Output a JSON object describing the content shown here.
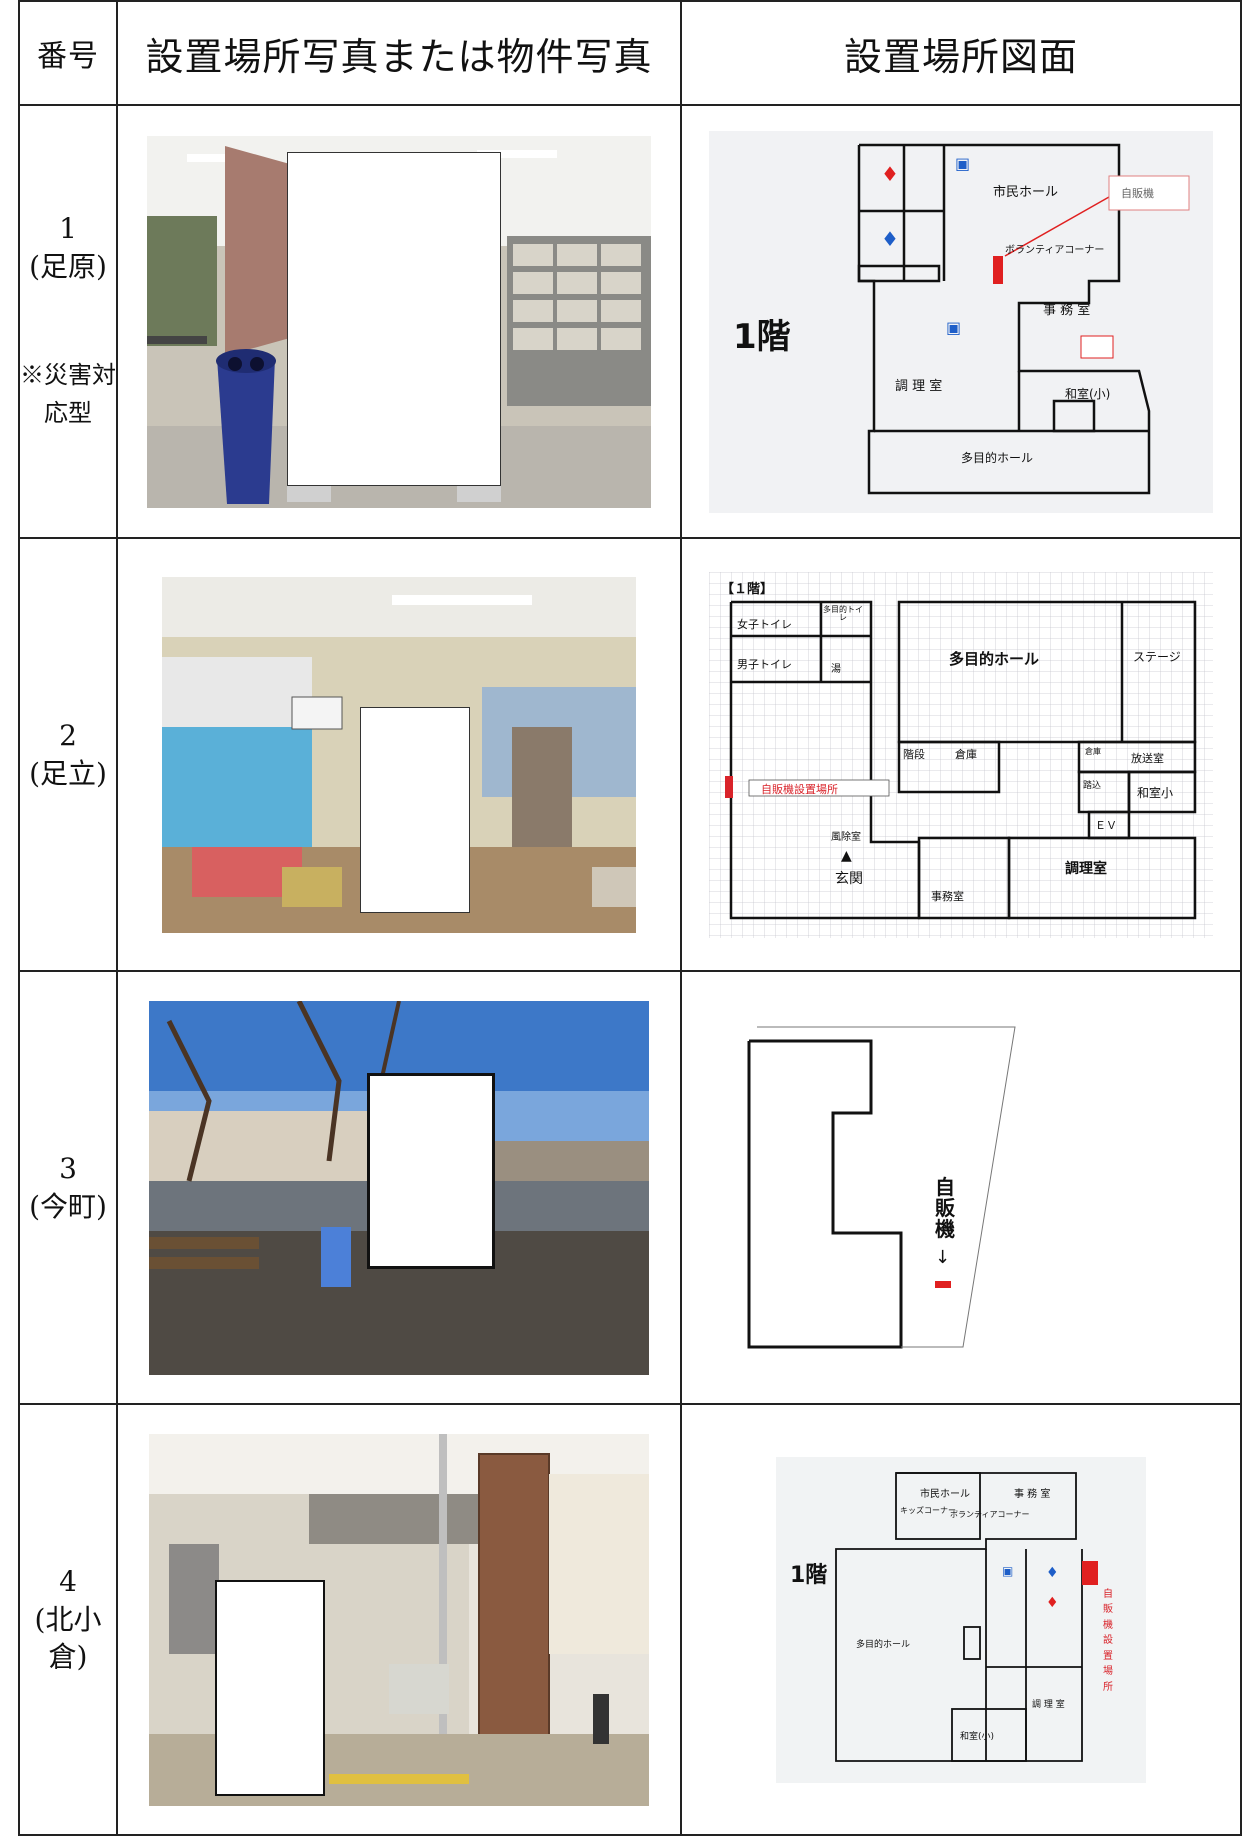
{
  "header": {
    "col_number": "番号",
    "col_photo": "設置場所写真または物件写真",
    "col_plan": "設置場所図面"
  },
  "rows": [
    {
      "number": "1",
      "location": "(足原)",
      "note_line1": "※災害対",
      "note_line2": "応型",
      "plan": {
        "floor": "1階",
        "rooms": [
          "市民ホール",
          "ボランティアコーナー",
          "事 務 室",
          "調 理 室",
          "和室(小)",
          "多目的ホール"
        ],
        "callout": "自販機"
      }
    },
    {
      "number": "2",
      "location": "(足立)",
      "plan": {
        "floor": "【１階】",
        "rooms": [
          "女子トイレ",
          "多目的トイレ",
          "男子トイレ",
          "湯",
          "多目的ホール",
          "ステージ",
          "階段",
          "倉庫",
          "倉庫",
          "放送室",
          "自販機設置場所",
          "踏込",
          "和室小",
          "ＥＶ",
          "風除室",
          "調理室",
          "事務室",
          "玄関"
        ]
      }
    },
    {
      "number": "3",
      "location": "(今町)",
      "plan": {
        "callout": "自販機"
      }
    },
    {
      "number": "4",
      "location": "(北小倉)",
      "plan": {
        "floor": "1階",
        "rooms": [
          "市民ホール",
          "事 務 室",
          "キッズコーナー",
          "ボランティアコーナー",
          "多目的ホール",
          "調 理 室",
          "和室(小)"
        ],
        "callout": "自販機設置場所"
      }
    }
  ]
}
